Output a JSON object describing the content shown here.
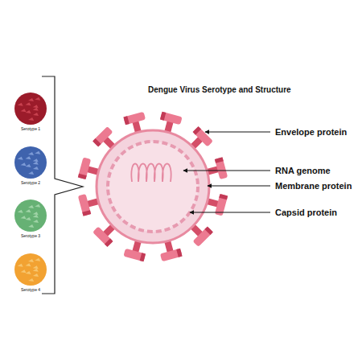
{
  "diagram": {
    "title": "Dengue Virus Serotype and Structure",
    "labels": [
      "Serotype 1",
      "Serotype 2",
      "Serotype 3",
      "Serotype 4",
      "Envelope protein",
      "RNA genome",
      "Membrane protein",
      "Capsid protein"
    ]
  }
}
